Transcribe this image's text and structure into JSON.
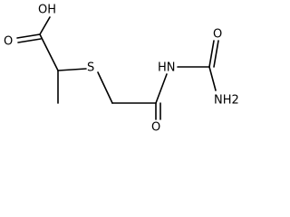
{
  "molecule": {
    "atoms": {
      "hydroxyl": "OH",
      "carbonyl_oxygen_acid": "O",
      "sulfur": "S",
      "imide_nh": "HN",
      "carbonyl_oxygen_amide": "O",
      "urea_oxygen": "O",
      "amine": "NH2"
    }
  },
  "colors": {
    "bond": "#000000",
    "label": "#000000",
    "background": "#ffffff"
  }
}
